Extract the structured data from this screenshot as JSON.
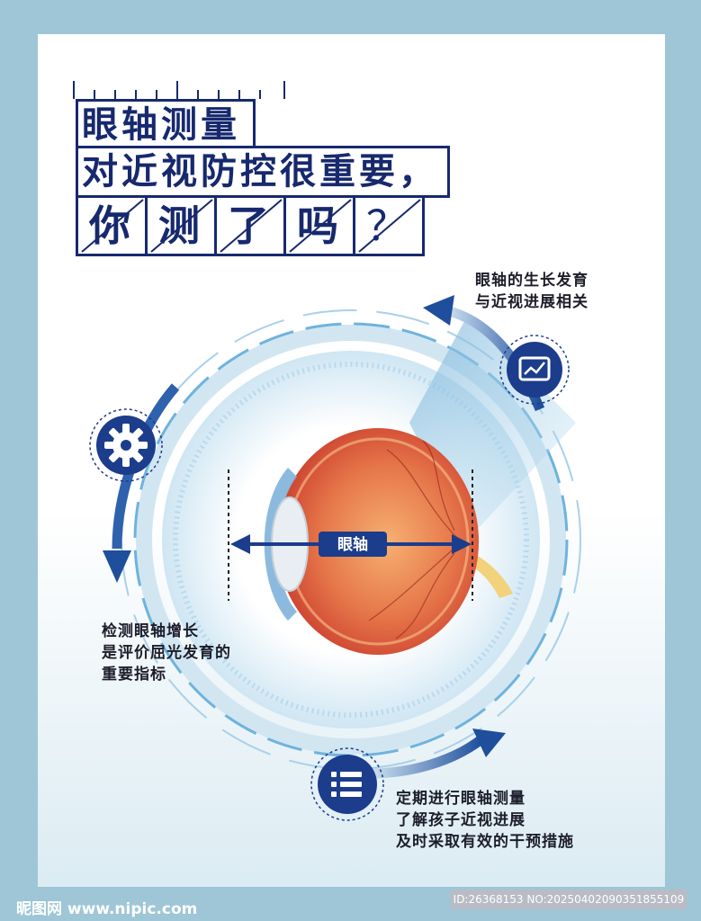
{
  "title": {
    "line1": "眼轴测量",
    "line2": "对近视防控很重要，",
    "line3_chars": [
      "你",
      "测",
      "了",
      "吗",
      "？"
    ]
  },
  "diagram": {
    "axis_label": "眼轴",
    "icons": [
      "chart-monitor-icon",
      "gear-icon",
      "list-icon"
    ]
  },
  "captions": {
    "top_right": [
      "眼轴的生长发育",
      "与近视进展相关"
    ],
    "left": [
      "检测眼轴增长",
      "是评价屈光发育的",
      "重要指标"
    ],
    "bottom_right": [
      "定期进行眼轴测量",
      "了解孩子近视进展",
      "及时采取有效的干预措施"
    ]
  },
  "watermark": {
    "site": "昵图网 www.nipic.com",
    "id_text": "ID:26368153 NO:20250402090351855109"
  },
  "colors": {
    "navy": "#17296e",
    "frame": "#9ec6d6",
    "accent_blue": "#2f74b8",
    "light_blue": "#8fc4e4"
  }
}
